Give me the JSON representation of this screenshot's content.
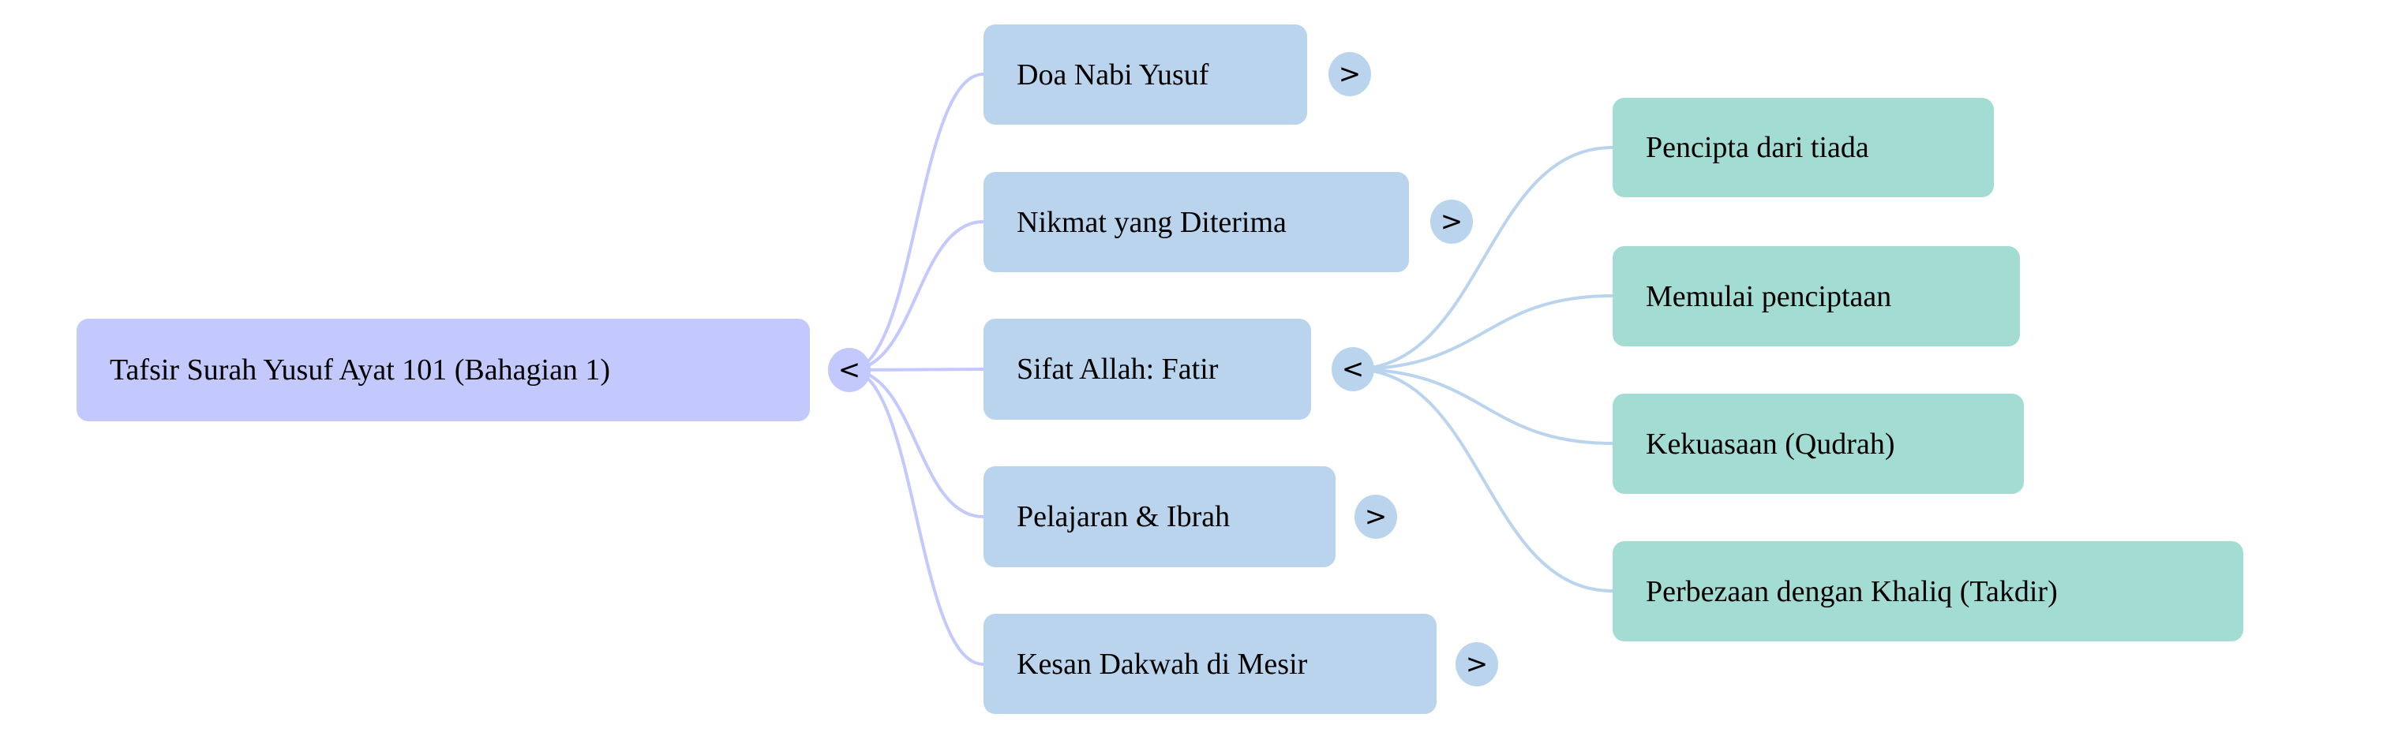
{
  "root": {
    "label": "Tafsir Surah Yusuf Ayat 101 (Bahagian 1)",
    "toggle": "<"
  },
  "children": [
    {
      "label": "Doa Nabi Yusuf",
      "toggle": ">"
    },
    {
      "label": "Nikmat yang Diterima",
      "toggle": ">"
    },
    {
      "label": "Sifat Allah: Fatir",
      "toggle": "<"
    },
    {
      "label": "Pelajaran & Ibrah",
      "toggle": ">"
    },
    {
      "label": "Kesan Dakwah di Mesir",
      "toggle": ">"
    }
  ],
  "sifat_children": [
    {
      "label": "Pencipta dari tiada"
    },
    {
      "label": "Memulai penciptaan"
    },
    {
      "label": "Kekuasaan (Qudrah)"
    },
    {
      "label": "Perbezaan dengan Khaliq (Takdir)"
    }
  ],
  "colors": {
    "root": "#c3c9fd",
    "level1": "#bad4ee",
    "level2": "#a2dcd2"
  }
}
